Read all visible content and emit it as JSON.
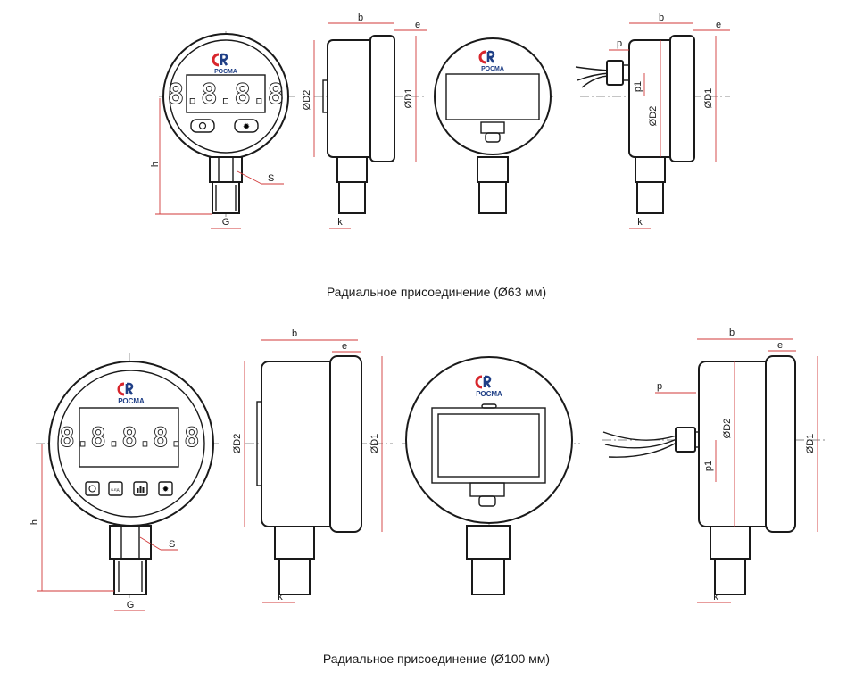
{
  "brand": {
    "name": "РОСМА",
    "colors": {
      "red": "#d8262c",
      "blue": "#1f3f86"
    }
  },
  "display": {
    "small_digits": "8.8.8.8",
    "large_digits": "8.8.8.8.8"
  },
  "buttons": {
    "small": [
      "power-icon",
      "light-icon"
    ],
    "large": [
      "power-icon",
      "units-icon",
      "bar-chart-icon",
      "light-icon"
    ],
    "large_unit_text": "Б.ЕД."
  },
  "dimension_labels": {
    "h": "h",
    "G": "G",
    "S": "S",
    "b": "b",
    "e": "e",
    "k": "k",
    "p": "p",
    "p1": "p1",
    "D1": "ØD1",
    "D2": "ØD2"
  },
  "captions": {
    "small": "Радиальное присоединение (Ø63 мм)",
    "large": "Радиальное присоединение (Ø100 мм)"
  },
  "colors": {
    "line": "#1a1a1a",
    "dimension": "#d23a3a",
    "centerline": "#666666"
  }
}
